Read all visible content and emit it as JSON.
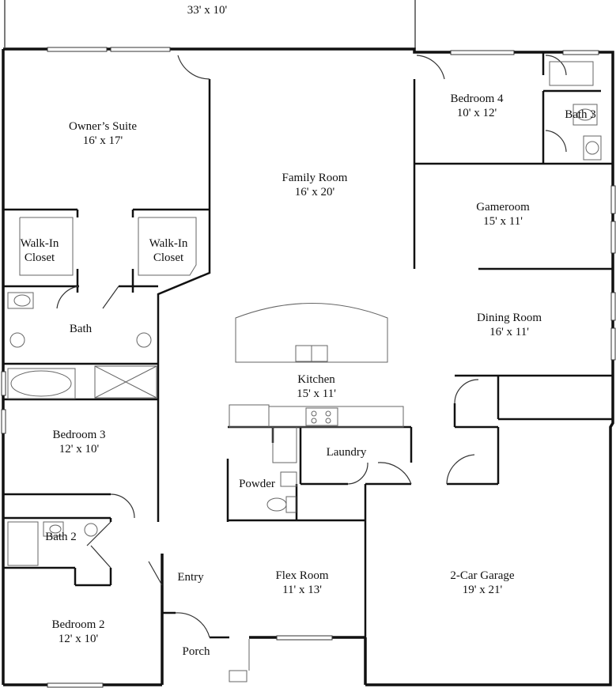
{
  "plan": {
    "patio_label": "33' x 10'",
    "rooms": [
      {
        "id": "owners-suite",
        "name": "Owner’s Suite",
        "size": "16' x 17'"
      },
      {
        "id": "family-room",
        "name": "Family Room",
        "size": "16' x 20'"
      },
      {
        "id": "bedroom-4",
        "name": "Bedroom 4",
        "size": "10' x 12'"
      },
      {
        "id": "bath-3",
        "name": "Bath 3",
        "size": ""
      },
      {
        "id": "gameroom",
        "name": "Gameroom",
        "size": "15' x 11'"
      },
      {
        "id": "walk-in-closet-left",
        "name": "Walk-In",
        "size": "Closet"
      },
      {
        "id": "walk-in-closet-right",
        "name": "Walk-In",
        "size": "Closet"
      },
      {
        "id": "bath",
        "name": "Bath",
        "size": ""
      },
      {
        "id": "dining-room",
        "name": "Dining Room",
        "size": "16' x 11'"
      },
      {
        "id": "kitchen",
        "name": "Kitchen",
        "size": "15' x 11'"
      },
      {
        "id": "bedroom-3",
        "name": "Bedroom 3",
        "size": "12' x 10'"
      },
      {
        "id": "laundry",
        "name": "Laundry",
        "size": ""
      },
      {
        "id": "powder",
        "name": "Powder",
        "size": ""
      },
      {
        "id": "bath-2",
        "name": "Bath 2",
        "size": ""
      },
      {
        "id": "entry",
        "name": "Entry",
        "size": ""
      },
      {
        "id": "flex-room",
        "name": "Flex Room",
        "size": "11' x 13'"
      },
      {
        "id": "garage",
        "name": "2-Car Garage",
        "size": "19' x 21'"
      },
      {
        "id": "bedroom-2",
        "name": "Bedroom 2",
        "size": "12' x 10'"
      },
      {
        "id": "porch",
        "name": "Porch",
        "size": ""
      }
    ]
  }
}
